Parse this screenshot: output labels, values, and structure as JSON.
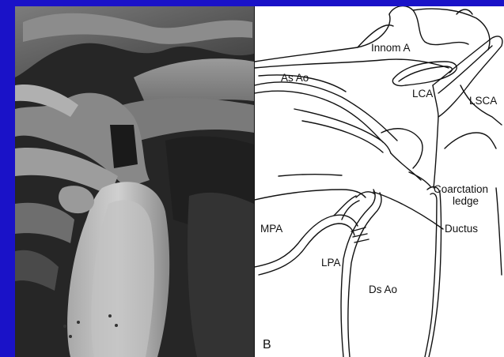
{
  "figure": {
    "panel_letter": "B",
    "labels": {
      "innom_a": "Innom A",
      "as_ao": "As Ao",
      "lca": "LCA",
      "lsca": "LSCA",
      "coarctation": "Coarctation",
      "ledge": "ledge",
      "mpa": "MPA",
      "ductus": "Ductus",
      "lpa": "LPA",
      "ds_ao": "Ds Ao"
    }
  },
  "colors": {
    "slide_background": "#1a12c8",
    "drawing_background": "#ffffff",
    "line_color": "#111111"
  }
}
